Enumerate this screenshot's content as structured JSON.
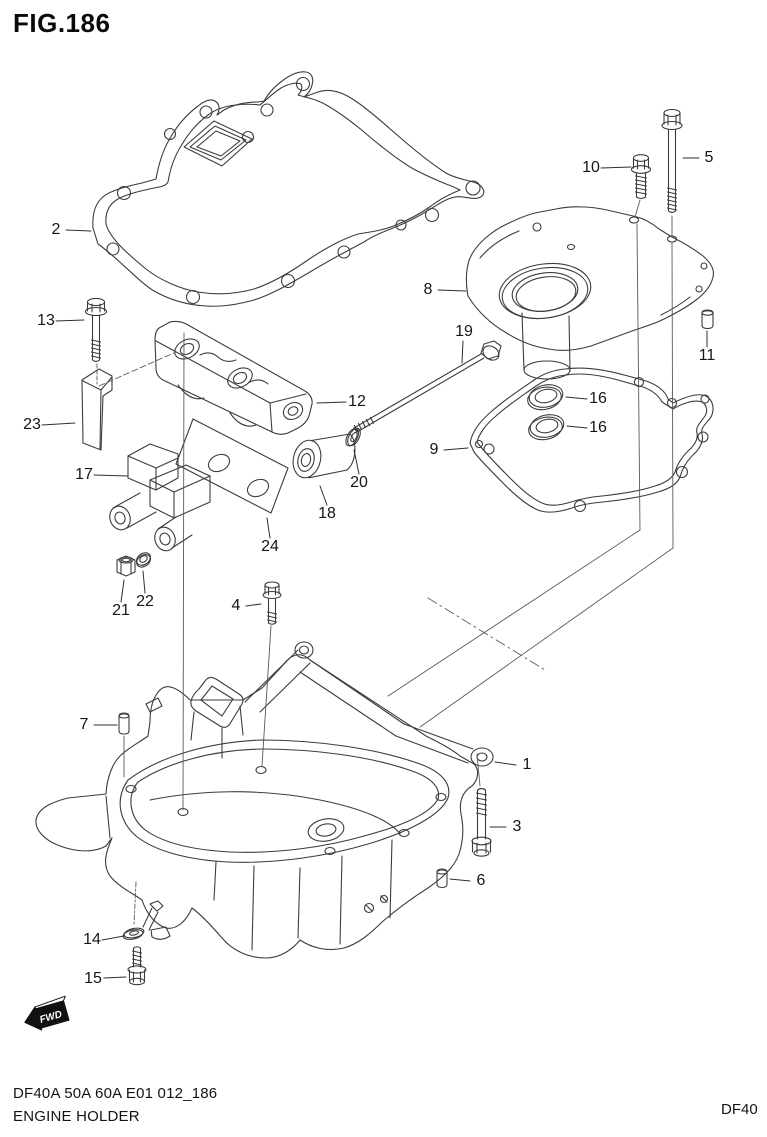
{
  "figure": {
    "title": "FIG.186"
  },
  "footer": {
    "code": "DF40A 50A 60A E01 012_186",
    "name": "ENGINE HOLDER",
    "model": "DF40"
  },
  "fwd": {
    "label": "FWD"
  },
  "callouts": [
    {
      "label": "1"
    },
    {
      "label": "2"
    },
    {
      "label": "3"
    },
    {
      "label": "4"
    },
    {
      "label": "5"
    },
    {
      "label": "6"
    },
    {
      "label": "7"
    },
    {
      "label": "8"
    },
    {
      "label": "9"
    },
    {
      "label": "10"
    },
    {
      "label": "11"
    },
    {
      "label": "12"
    },
    {
      "label": "13"
    },
    {
      "label": "14"
    },
    {
      "label": "15"
    },
    {
      "label": "16"
    },
    {
      "label": "16"
    },
    {
      "label": "17"
    },
    {
      "label": "18"
    },
    {
      "label": "19"
    },
    {
      "label": "20"
    },
    {
      "label": "21"
    },
    {
      "label": "22"
    },
    {
      "label": "23"
    },
    {
      "label": "24"
    }
  ]
}
